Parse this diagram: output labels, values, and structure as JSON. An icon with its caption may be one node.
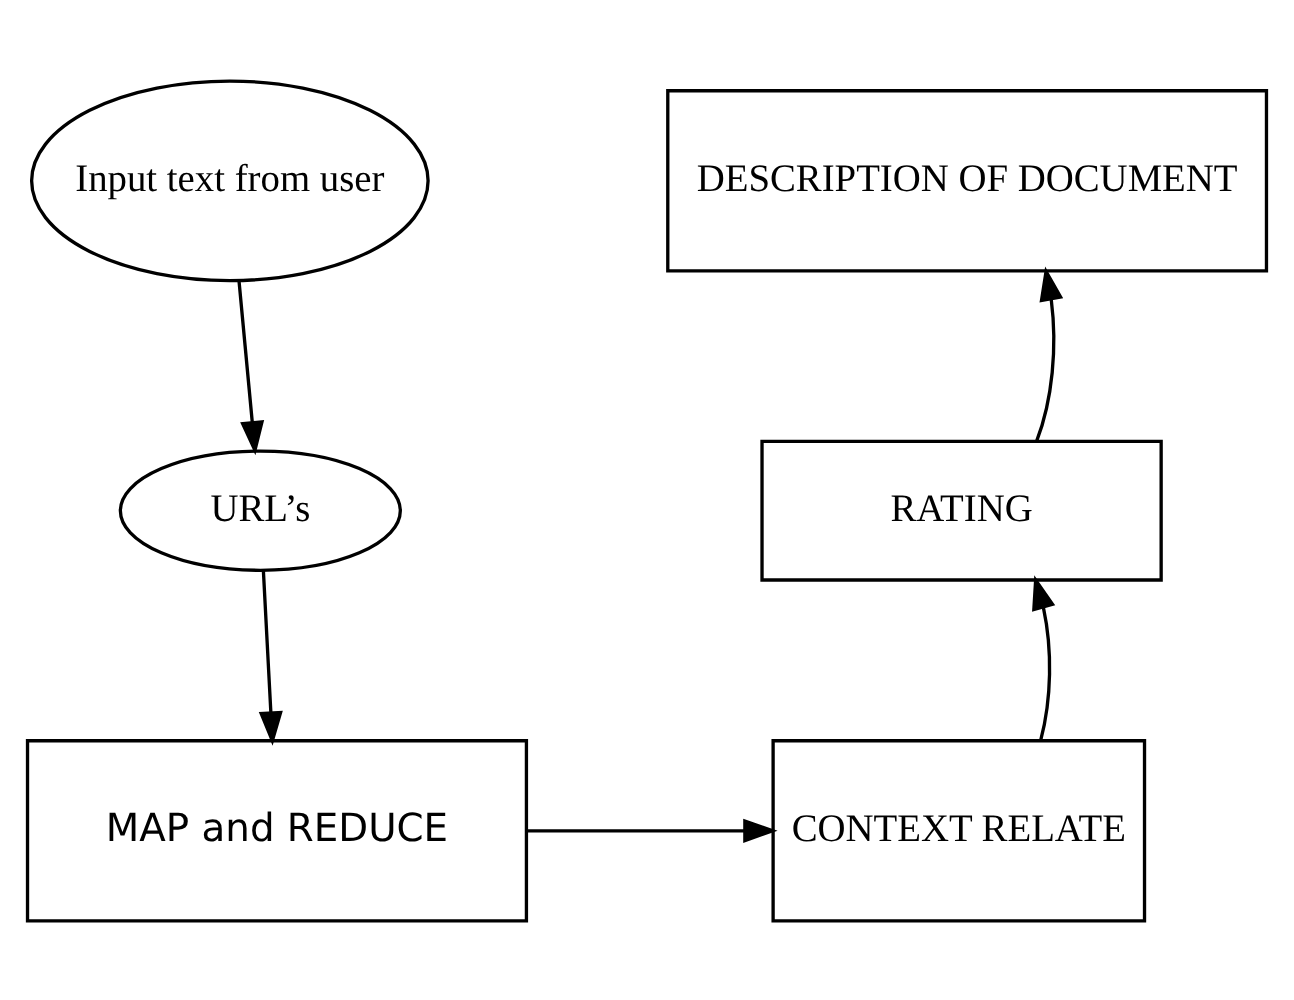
{
  "diagram": {
    "nodes": [
      {
        "text": [
          "Input text from user"
        ]
      },
      {
        "text": [
          "URL’s"
        ]
      },
      {
        "text": [
          "MAP and REDUCE"
        ]
      },
      {
        "text": [
          "CONTEXT RELATE"
        ]
      },
      {
        "text": [
          "RATING"
        ]
      },
      {
        "text": [
          "DESCRIPTION OF DOCUMENT"
        ]
      }
    ],
    "edges": [
      {
        "from": 0,
        "to": 1,
        "arrow": "to"
      },
      {
        "from": 1,
        "to": 2,
        "arrow": "to"
      },
      {
        "from": 2,
        "to": 3,
        "arrow": "to"
      },
      {
        "from": 3,
        "to": 4,
        "arrow": "to"
      },
      {
        "from": 4,
        "to": 5,
        "arrow": "to"
      }
    ]
  }
}
